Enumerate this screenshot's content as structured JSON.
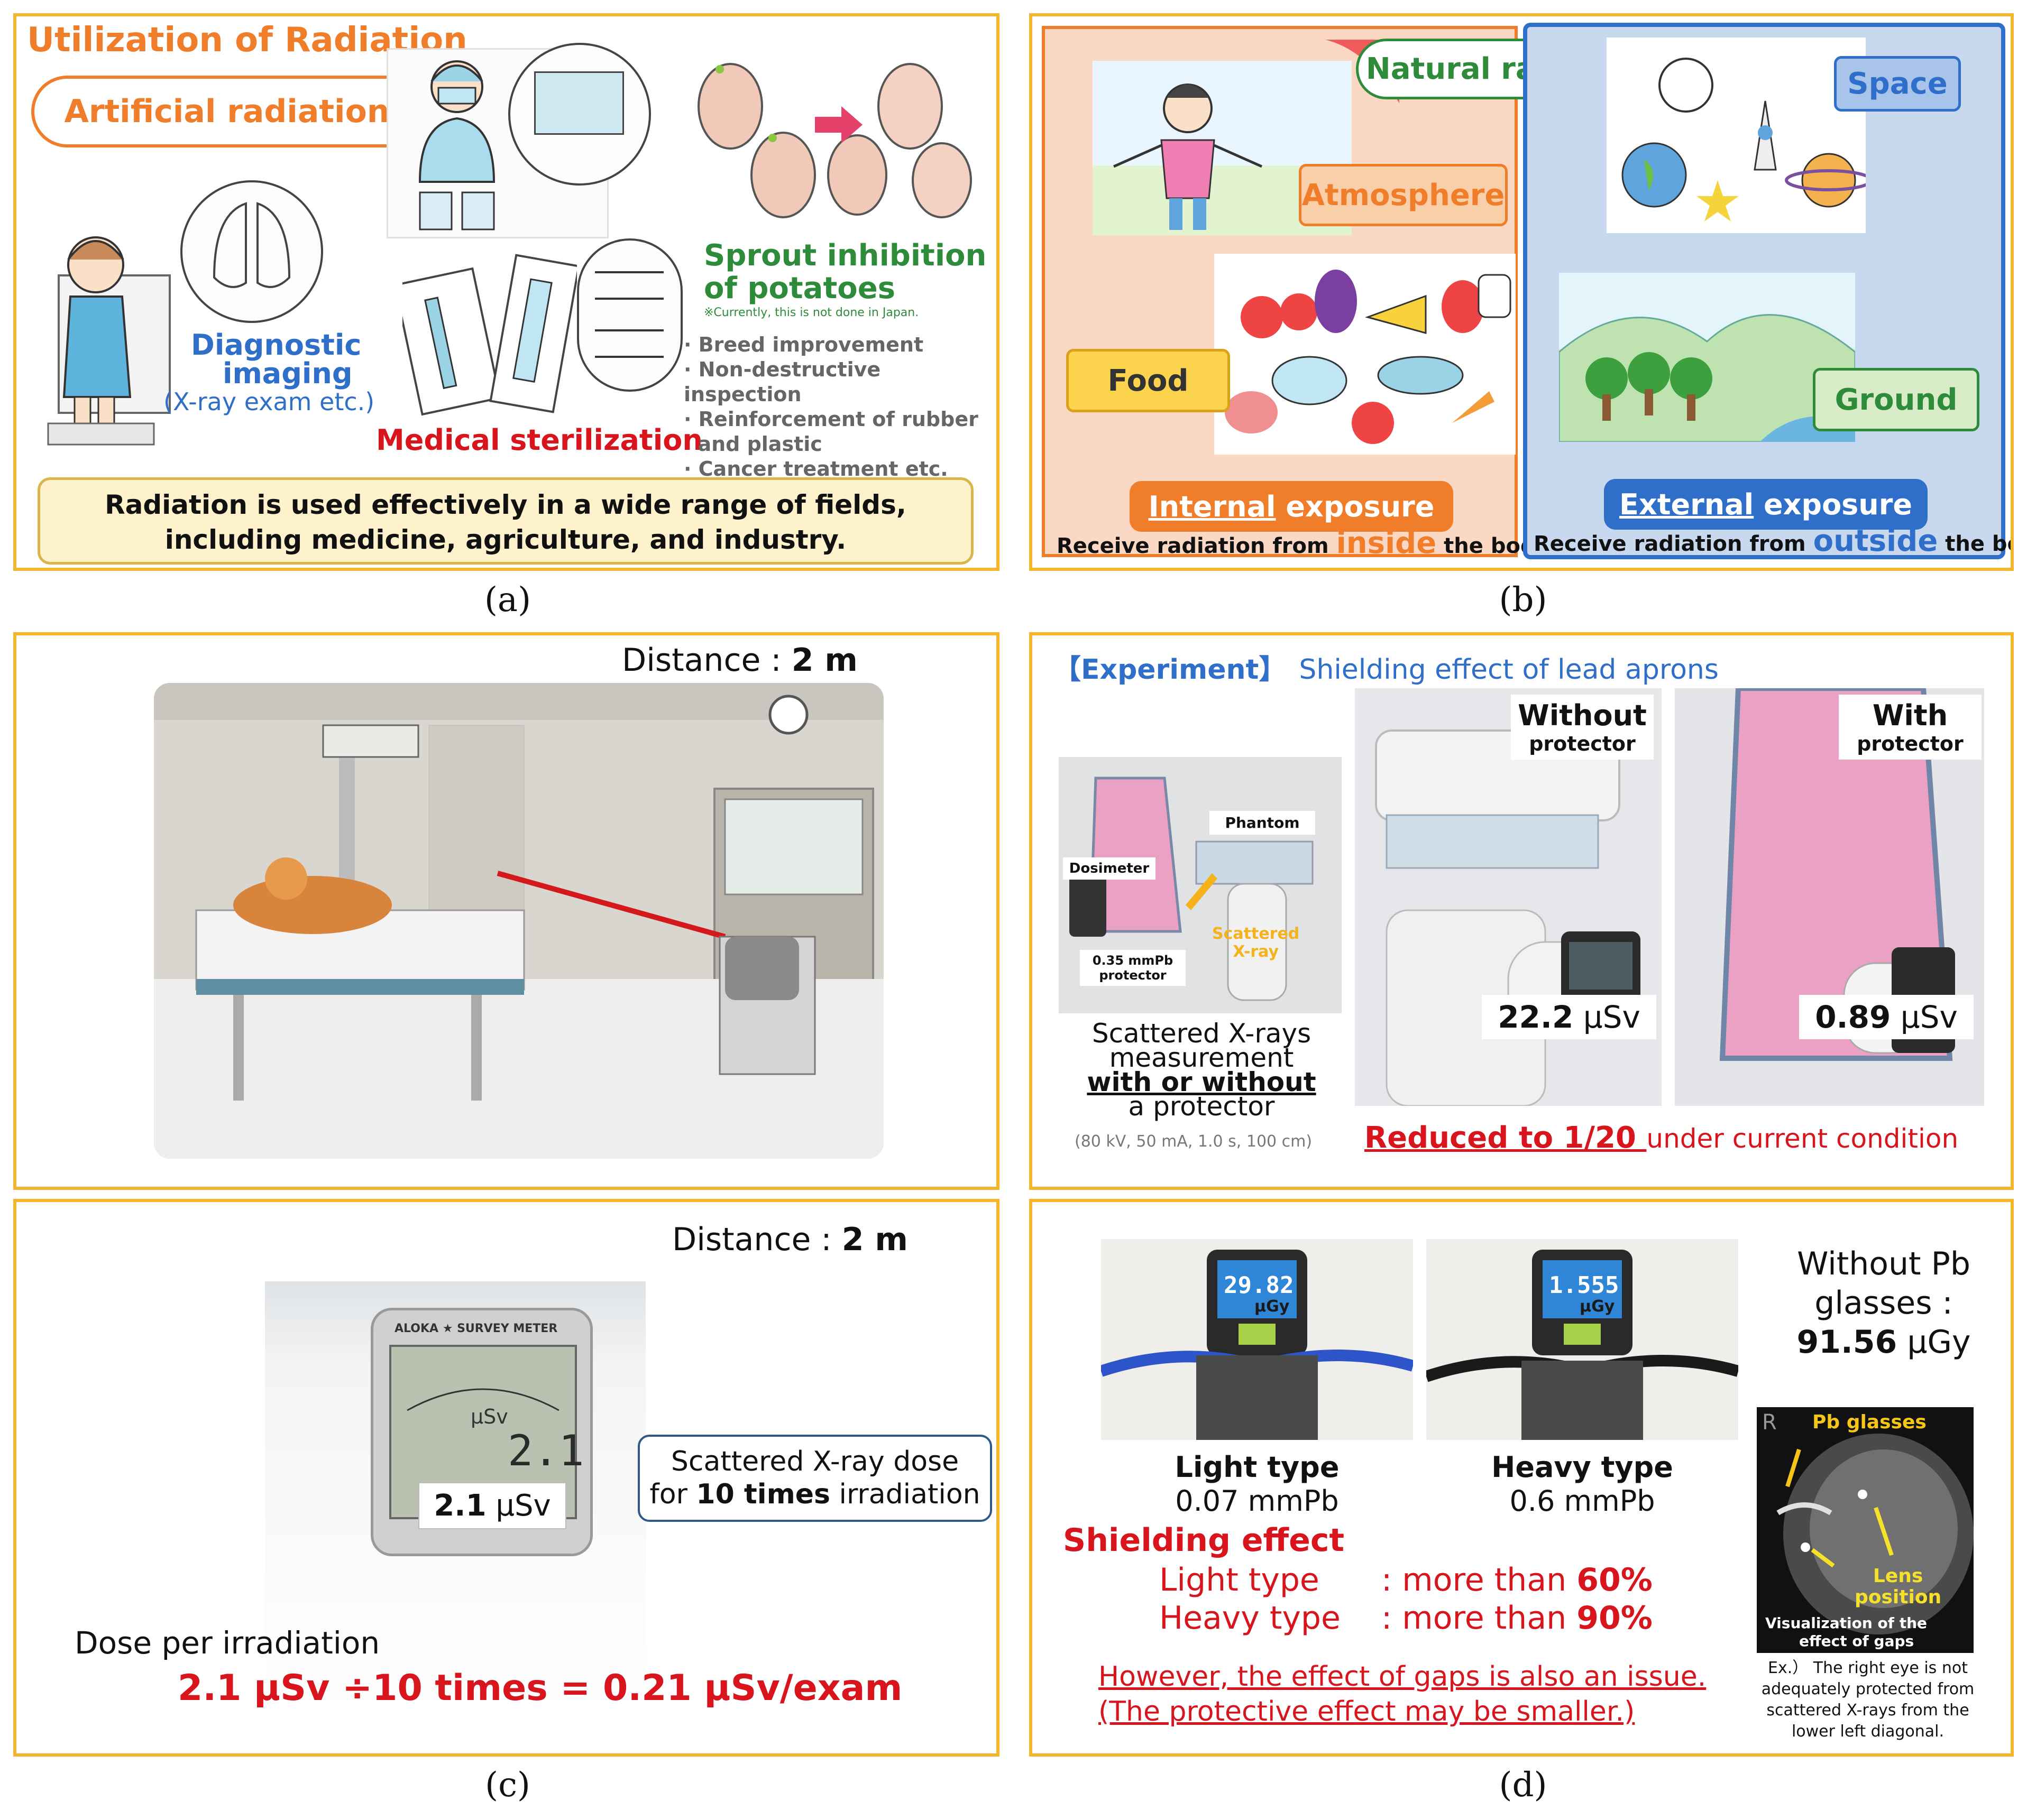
{
  "panel_a": {
    "title": "Utilization of Radiation",
    "pill": "Artificial radiation",
    "diag_line1": "Diagnostic",
    "diag_line2": "imaging",
    "diag_sub": "(X-ray exam etc.)",
    "sterilization": "Medical sterilization",
    "sprout_line1": "Sprout inhibition",
    "sprout_line2": "of potatoes",
    "sprout_note": "※Currently, this is not done in Japan.",
    "bullets": [
      "· Breed improvement",
      "· Non-destructive inspection",
      "· Reinforcement of rubber",
      "  and plastic",
      "· Cancer treatment etc."
    ],
    "summary_line1": "Radiation is used effectively in a wide range of fields,",
    "summary_line2": "including medicine, agriculture, and industry.",
    "caption": "(a)"
  },
  "panel_b": {
    "natural": "Natural radiation",
    "atmosphere": "Atmosphere",
    "food": "Food",
    "space": "Space",
    "ground": "Ground",
    "internal_u": "Internal",
    "internal_rest": " exposure",
    "external_u": "External",
    "external_rest": " exposure",
    "recv_pre": "Receive radiation from ",
    "inside": "inside",
    "outside": "outside",
    "recv_post": " the body",
    "caption": "(b)"
  },
  "panel_c": {
    "distance_label": "Distance : ",
    "distance_value": "2 m",
    "caption": ""
  },
  "panel_d": {
    "bracket": "【Experiment】",
    "heading": "Shielding effect of lead aprons",
    "phantom": "Phantom",
    "dosimeter": "Dosimeter",
    "protector_line1": "0.35 mmPb",
    "protector_line2": "protector",
    "scattered_line1": "Scattered",
    "scattered_line2": "X-ray",
    "desc_line1": "Scattered X-rays",
    "desc_line2": "measurement",
    "desc_line3": "with or without",
    "desc_line4": "a protector",
    "params": "(80 kV, 50 mA, 1.0 s, 100 cm)",
    "without_title": "Without",
    "without_sub": "protector",
    "without_value": "22.2",
    "with_title": "With",
    "with_sub": "protector",
    "with_value": "0.89",
    "unit": " μSv",
    "reduced": "Reduced to 1/20 ",
    "reduced_rest": "under current condition",
    "caption": ""
  },
  "panel_e": {
    "distance_label": "Distance : ",
    "distance_value": "2 m",
    "meter_brand": "ALOKA ★ SURVEY METER",
    "meter_unit": "μSv",
    "meter_digits": "2.1",
    "reading_value": "2.1",
    "reading_unit": " μSv",
    "callout_line1": "Scattered X-ray dose",
    "callout_pre": "for ",
    "callout_bold": "10 times",
    "callout_post": " irradiation",
    "dose_label": "Dose per irradiation",
    "dose_formula": "2.1 μSv ÷10 times = 0.21 μSv/exam",
    "caption": "(c)"
  },
  "panel_f": {
    "light_reading": "29.82",
    "heavy_reading": "1.555",
    "reading_unit": "μGy",
    "light_type": "Light type",
    "light_pb": "0.07 mmPb",
    "heavy_type": "Heavy type",
    "heavy_pb": "0.6 mmPb",
    "shield_title": "Shielding effect",
    "light_row_label": "Light type",
    "light_row_pre": ": more than ",
    "light_row_pct": "60%",
    "heavy_row_label": "Heavy type",
    "heavy_row_pre": ": more than ",
    "heavy_row_pct": "90%",
    "gap_line1": "However, the effect of gaps is also an issue.",
    "gap_line2": "(The protective effect may be smaller.)",
    "without_line1": "Without Pb",
    "without_line2": "glasses :",
    "without_value": "91.56",
    "without_unit": " μGy",
    "xray_pb": "Pb glasses",
    "xray_lens1": "Lens",
    "xray_lens2": "position",
    "xray_r": "R",
    "xray_vis1": "Visualization of the",
    "xray_vis2": "effect of gaps",
    "note_line1": "Ex.） The right eye is not",
    "note_line2": "adequately protected from",
    "note_line3": "scattered X-rays from the",
    "note_line4": "lower left diagonal.",
    "caption": "(d)"
  },
  "colors": {
    "frame": "#f2b52b",
    "orange": "#f07d2a",
    "blue": "#2f6fc9",
    "red": "#d8141c",
    "green": "#2e8b3a"
  }
}
